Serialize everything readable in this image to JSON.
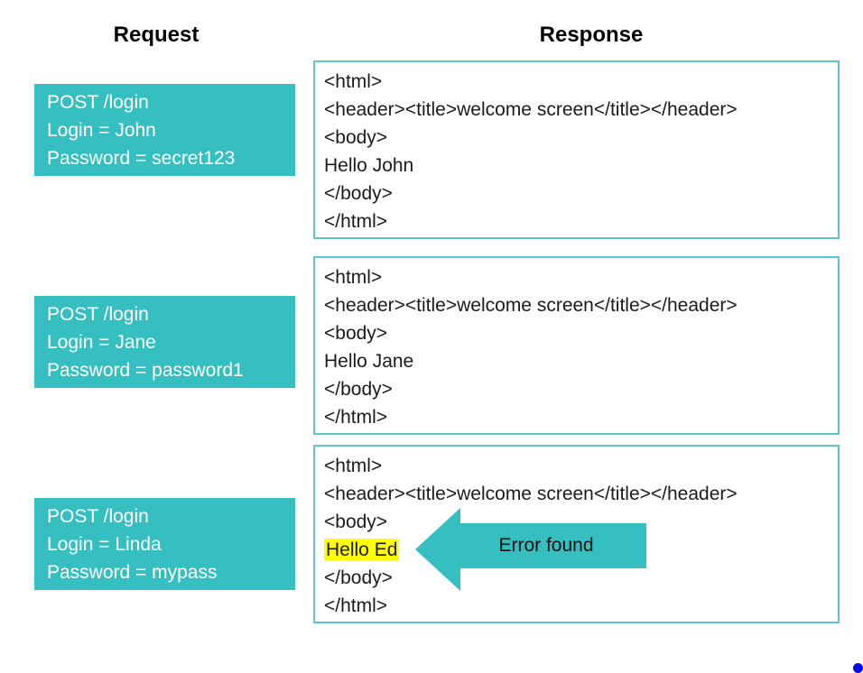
{
  "slide": {
    "headers": {
      "request": "Request",
      "response": "Response"
    },
    "rows": [
      {
        "request_lines": [
          "POST /login",
          "Login = John",
          "Password = secret123"
        ],
        "response_lines": [
          "<html>",
          "<header><title>welcome screen</title></header>",
          "<body>",
          "Hello John",
          "</body>",
          "</html>"
        ]
      },
      {
        "request_lines": [
          "POST /login",
          "Login = Jane",
          "Password = password1"
        ],
        "response_lines": [
          "<html>",
          "<header><title>welcome screen</title></header>",
          "<body>",
          "Hello Jane",
          "</body>",
          "</html>"
        ]
      },
      {
        "request_lines": [
          "POST /login",
          "Login = Linda",
          "Password = mypass"
        ],
        "response_lines": [
          "<html>",
          "<header><title>welcome screen</title></header>",
          "<body>",
          "Hello Ed",
          "</body>",
          "</html>"
        ],
        "highlighted_text": "Hello Ed"
      }
    ],
    "annotation": {
      "label": "Error found"
    }
  },
  "colors": {
    "teal": "#36bfc0",
    "teal-border": "#5ac6c9",
    "highlight-yellow": "#ffff00",
    "dot-blue": "#0a0af0",
    "code-text": "#1b1b1b",
    "request-text": "#ffffff",
    "header-text": "#000000"
  }
}
